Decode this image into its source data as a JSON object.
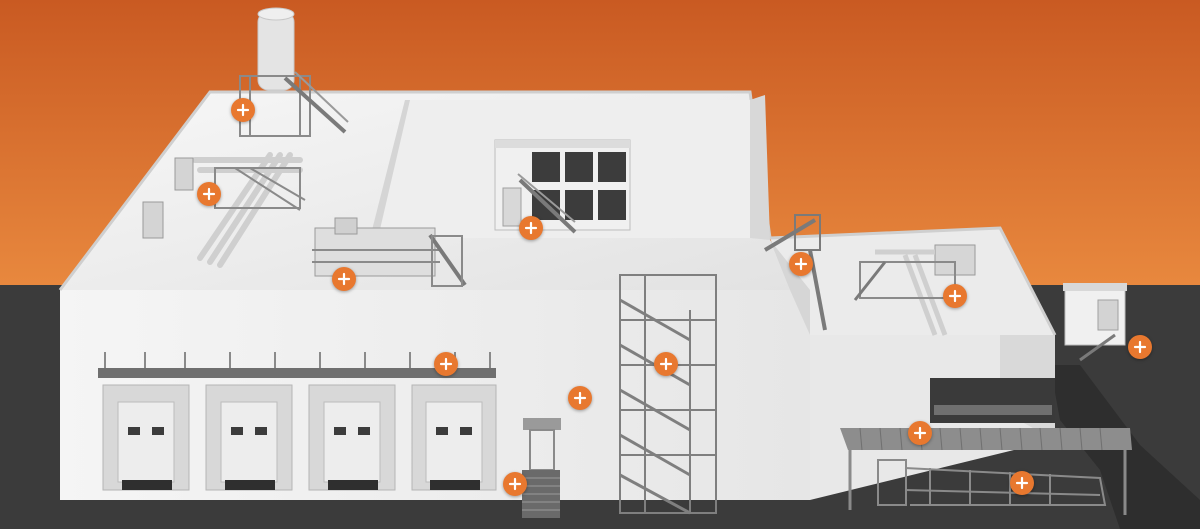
{
  "colors": {
    "sky_top": "#c8561e",
    "sky_bottom": "#e8873d",
    "ground": "#3a3a3a",
    "building": "#f2f2f2",
    "roof": "#e9e9e9",
    "steel": "#8a8a8a",
    "window": "#3c3c3c",
    "hotspot": "#e8782f",
    "hotspot_glyph": "#ffffff"
  },
  "hotspots": {
    "icon": "plus-icon",
    "items": [
      {
        "id": "tank-platform"
      },
      {
        "id": "pipe-crossover"
      },
      {
        "id": "roof-equipment-platform"
      },
      {
        "id": "rooftop-office-stair"
      },
      {
        "id": "upper-roof-stair"
      },
      {
        "id": "hvac-crossover"
      },
      {
        "id": "guard-booth"
      },
      {
        "id": "dock-canopy"
      },
      {
        "id": "wall-ladder"
      },
      {
        "id": "tower-stair"
      },
      {
        "id": "entrance-stair"
      },
      {
        "id": "conveyor-canopy"
      },
      {
        "id": "access-ramp"
      }
    ]
  }
}
